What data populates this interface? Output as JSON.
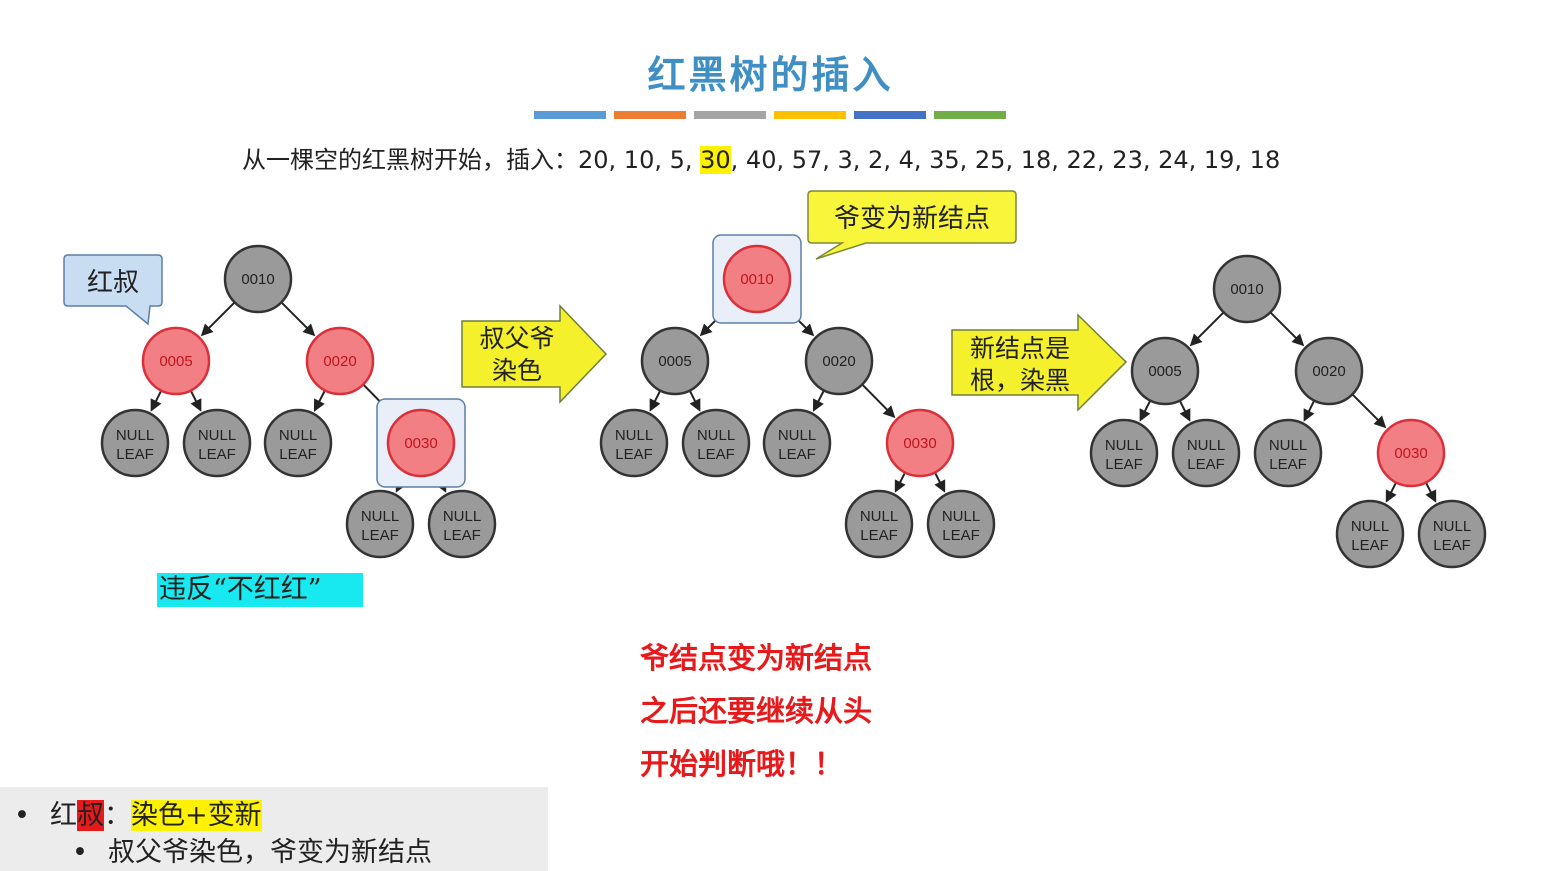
{
  "title": "红黑树的插入",
  "color_bars": [
    "#5b9bd5",
    "#ed7d31",
    "#a5a5a5",
    "#ffc000",
    "#4472c4",
    "#70ad47"
  ],
  "sequence": {
    "prefix": "从一棵空的红黑树开始，插入：",
    "before": "20, 10, 5, ",
    "highlight": "30",
    "after": ", 40, 57, 3, 2, 4, 35, 25, 18, 22, 23, 24, 19, 18"
  },
  "callouts": {
    "red_uncle": "红叔",
    "grandparent_new": "爷变为新结点"
  },
  "arrows": {
    "first": [
      "叔父爷",
      "染色"
    ],
    "second": [
      "新结点是",
      "根，染黑"
    ]
  },
  "leaf_label": [
    "NULL",
    "LEAF"
  ],
  "colors": {
    "red_node": "#f27f84",
    "black_node": "#9a9a9a",
    "highlight_box": "#e8eff8"
  },
  "trees": [
    {
      "nodes": [
        {
          "id": "n10",
          "label": "0010",
          "color": "black"
        },
        {
          "id": "n5",
          "label": "0005",
          "color": "red"
        },
        {
          "id": "n20",
          "label": "0020",
          "color": "red"
        },
        {
          "id": "n30",
          "label": "0030",
          "color": "red",
          "highlighted": true
        }
      ]
    },
    {
      "nodes": [
        {
          "id": "n10",
          "label": "0010",
          "color": "red",
          "highlighted": true
        },
        {
          "id": "n5",
          "label": "0005",
          "color": "black"
        },
        {
          "id": "n20",
          "label": "0020",
          "color": "black"
        },
        {
          "id": "n30",
          "label": "0030",
          "color": "red"
        }
      ]
    },
    {
      "nodes": [
        {
          "id": "n10",
          "label": "0010",
          "color": "black"
        },
        {
          "id": "n5",
          "label": "0005",
          "color": "black"
        },
        {
          "id": "n20",
          "label": "0020",
          "color": "black"
        },
        {
          "id": "n30",
          "label": "0030",
          "color": "red"
        }
      ]
    }
  ],
  "violation": "违反“不红红”",
  "note": [
    "爷结点变为新结点",
    "之后还要继续从头",
    "开始判断哦！！"
  ],
  "summary": {
    "bullet1": "•",
    "line1_a": "红",
    "line1_b": "叔",
    "line1_c": "：",
    "line1_d": "染色+变新",
    "bullet2": "•",
    "line2": "叔父爷染色，爷变为新结点"
  }
}
